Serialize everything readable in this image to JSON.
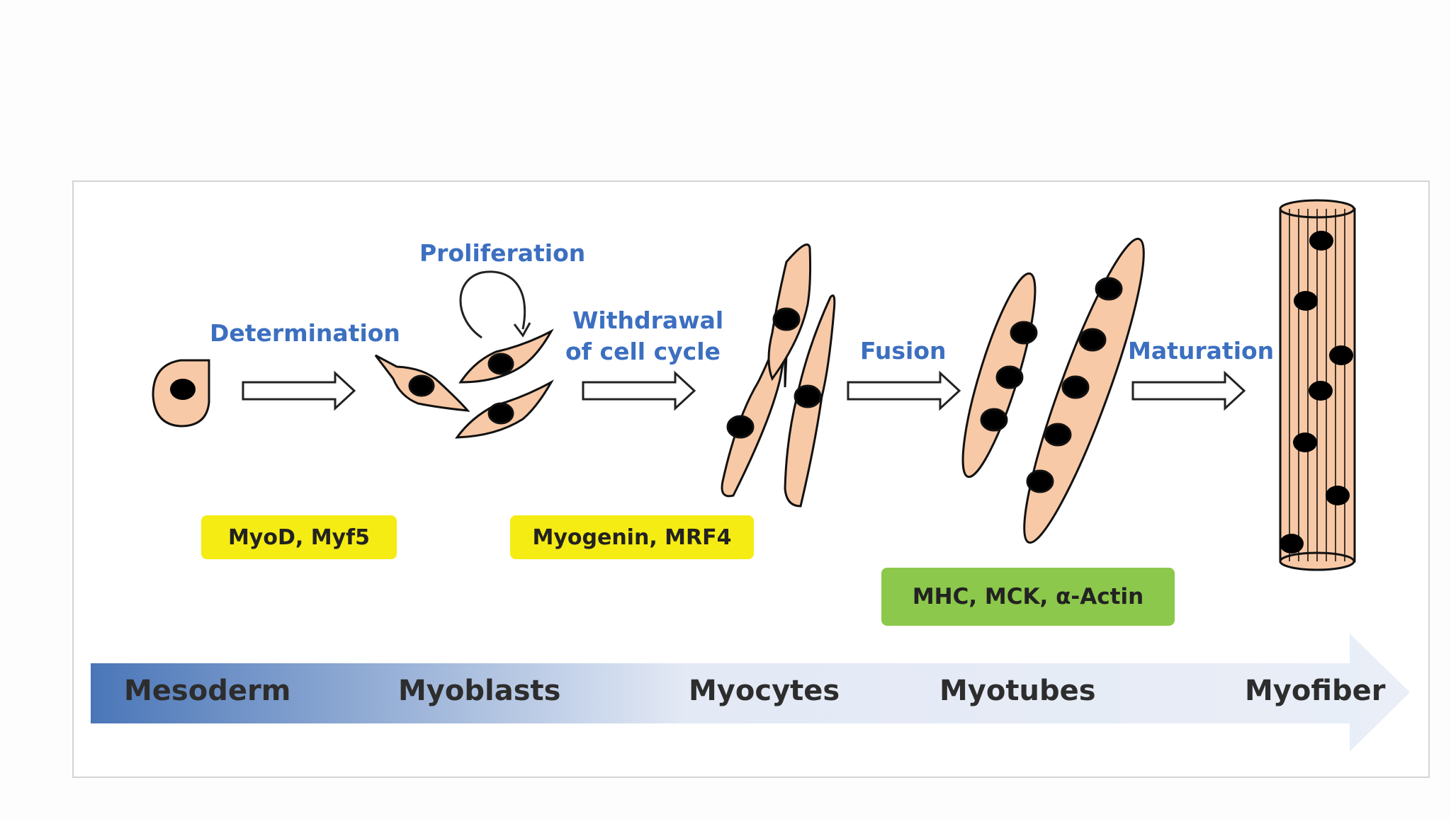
{
  "steps": {
    "determination": "Determination",
    "proliferation": "Proliferation",
    "withdrawal_line1": "Withdrawal",
    "withdrawal_line2": "of cell cycle",
    "fusion": "Fusion",
    "maturation": "Maturation"
  },
  "markers": {
    "myod_myf5": "MyoD, Myf5",
    "myogenin_mrf4": "Myogenin, MRF4",
    "mhc_mck_actin": "MHC, MCK, α-Actin"
  },
  "stages": [
    "Mesoderm",
    "Myoblasts",
    "Myocytes",
    "Myotubes",
    "Myofiber"
  ],
  "colors": {
    "cell_fill": "#f8c9a6",
    "nucleus": "#000000",
    "step_text": "#3c6fc0",
    "marker_yellow": "#f5ec14",
    "marker_green": "#8cc84b",
    "timeline_dark": "#4a76b8",
    "timeline_light": "#e6ecf6"
  }
}
